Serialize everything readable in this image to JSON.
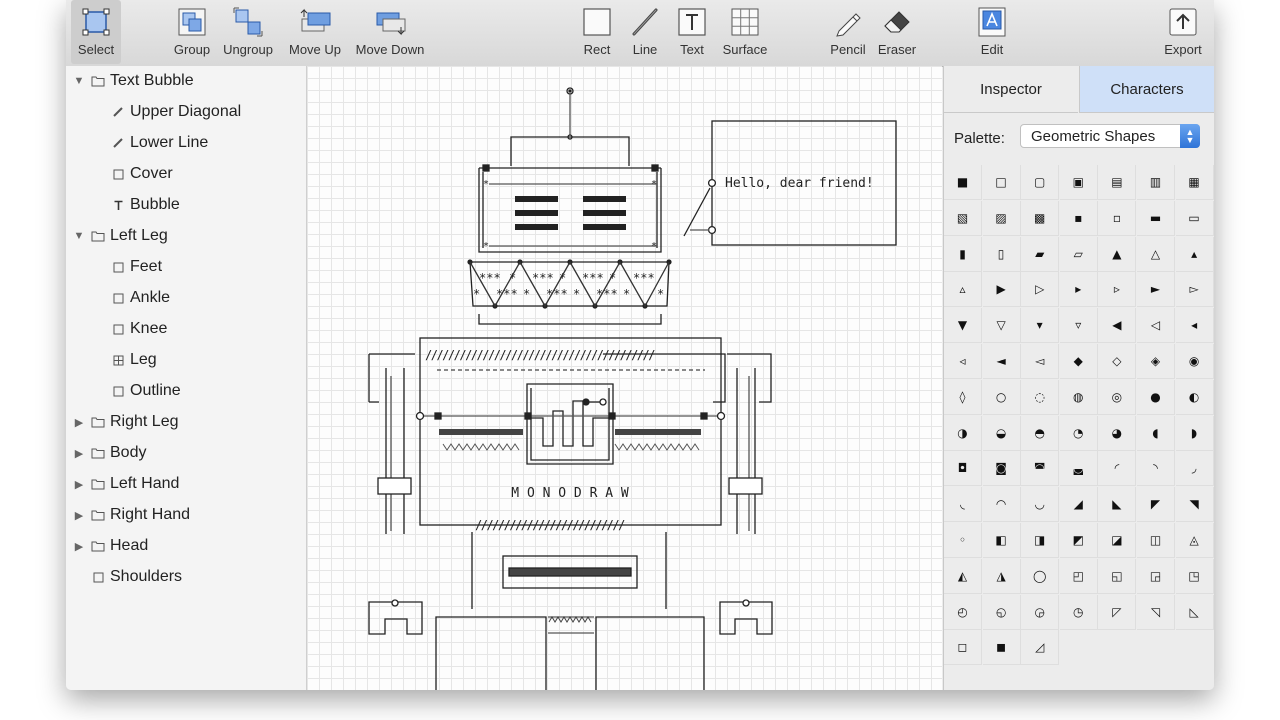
{
  "toolbar": {
    "tools": [
      {
        "id": "select",
        "label": "Select",
        "icon": "select-icon",
        "selected": true
      },
      {
        "id": "group",
        "label": "Group",
        "icon": "group-icon"
      },
      {
        "id": "ungroup",
        "label": "Ungroup",
        "icon": "ungroup-icon"
      },
      {
        "id": "move-up",
        "label": "Move Up",
        "icon": "move-up-icon"
      },
      {
        "id": "move-down",
        "label": "Move Down",
        "icon": "move-down-icon"
      },
      {
        "id": "rect",
        "label": "Rect",
        "icon": "rect-icon"
      },
      {
        "id": "line",
        "label": "Line",
        "icon": "line-icon"
      },
      {
        "id": "text",
        "label": "Text",
        "icon": "text-icon"
      },
      {
        "id": "surface",
        "label": "Surface",
        "icon": "surface-icon"
      },
      {
        "id": "pencil",
        "label": "Pencil",
        "icon": "pencil-icon"
      },
      {
        "id": "eraser",
        "label": "Eraser",
        "icon": "eraser-icon"
      },
      {
        "id": "edit",
        "label": "Edit",
        "icon": "edit-icon"
      },
      {
        "id": "export",
        "label": "Export",
        "icon": "export-icon"
      }
    ]
  },
  "sidebar": {
    "items": [
      {
        "label": "Text Bubble",
        "level": 0,
        "disclosure": "expanded",
        "icon": "folder-icon"
      },
      {
        "label": "Upper Diagonal",
        "level": 1,
        "icon": "line-item-icon"
      },
      {
        "label": "Lower Line",
        "level": 1,
        "icon": "line-item-icon"
      },
      {
        "label": "Cover",
        "level": 1,
        "icon": "rect-item-icon"
      },
      {
        "label": "Bubble",
        "level": 1,
        "icon": "text-item-icon"
      },
      {
        "label": "Left Leg",
        "level": 0,
        "disclosure": "expanded",
        "icon": "folder-icon"
      },
      {
        "label": "Feet",
        "level": 1,
        "icon": "rect-item-icon"
      },
      {
        "label": "Ankle",
        "level": 1,
        "icon": "rect-item-icon"
      },
      {
        "label": "Knee",
        "level": 1,
        "icon": "rect-item-icon"
      },
      {
        "label": "Leg",
        "level": 1,
        "icon": "surface-item-icon"
      },
      {
        "label": "Outline",
        "level": 1,
        "icon": "rect-item-icon"
      },
      {
        "label": "Right Leg",
        "level": 0,
        "disclosure": "collapsed",
        "icon": "folder-icon"
      },
      {
        "label": "Body",
        "level": 0,
        "disclosure": "collapsed",
        "icon": "folder-icon"
      },
      {
        "label": "Left Hand",
        "level": 0,
        "disclosure": "collapsed",
        "icon": "folder-icon"
      },
      {
        "label": "Right Hand",
        "level": 0,
        "disclosure": "collapsed",
        "icon": "folder-icon"
      },
      {
        "label": "Head",
        "level": 0,
        "disclosure": "collapsed",
        "icon": "folder-icon"
      },
      {
        "label": "Shoulders",
        "level": 0,
        "icon": "rect-item-icon"
      }
    ]
  },
  "canvas": {
    "bubble_text": "Hello, dear friend!",
    "brand_text": "M O N O D R A W"
  },
  "panel": {
    "tabs": [
      {
        "label": "Inspector",
        "active": false
      },
      {
        "label": "Characters",
        "active": true
      }
    ],
    "palette_label": "Palette:",
    "palette_value": "Geometric Shapes",
    "characters": [
      "■",
      "□",
      "▢",
      "▣",
      "▤",
      "▥",
      "▦",
      "▧",
      "▨",
      "▩",
      "▪",
      "▫",
      "▬",
      "▭",
      "▮",
      "▯",
      "▰",
      "▱",
      "▲",
      "△",
      "▴",
      "▵",
      "▶",
      "▷",
      "▸",
      "▹",
      "►",
      "▻",
      "▼",
      "▽",
      "▾",
      "▿",
      "◀",
      "◁",
      "◂",
      "◃",
      "◄",
      "◅",
      "◆",
      "◇",
      "◈",
      "◉",
      "◊",
      "○",
      "◌",
      "◍",
      "◎",
      "●",
      "◐",
      "◑",
      "◒",
      "◓",
      "◔",
      "◕",
      "◖",
      "◗",
      "◘",
      "◙",
      "◚",
      "◛",
      "◜",
      "◝",
      "◞",
      "◟",
      "◠",
      "◡",
      "◢",
      "◣",
      "◤",
      "◥",
      "◦",
      "◧",
      "◨",
      "◩",
      "◪",
      "◫",
      "◬",
      "◭",
      "◮",
      "◯",
      "◰",
      "◱",
      "◲",
      "◳",
      "◴",
      "◵",
      "◶",
      "◷",
      "◸",
      "◹",
      "◺",
      "◻",
      "◼",
      "◿"
    ]
  }
}
